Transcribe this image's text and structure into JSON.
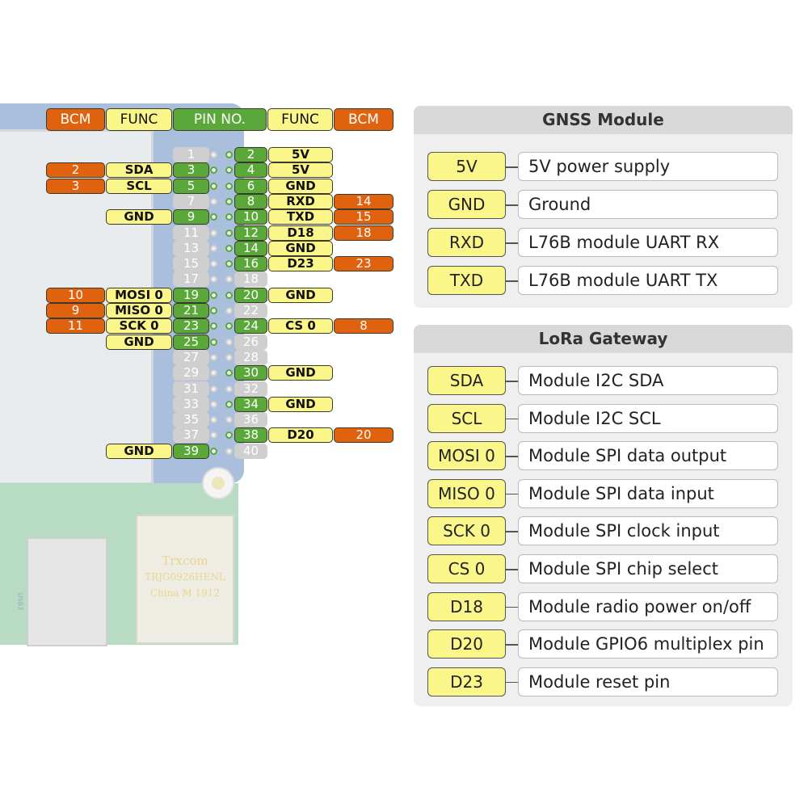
{
  "header": {
    "bcm_left": "BCM",
    "func_left": "FUNC",
    "pin_no": "PIN NO.",
    "func_right": "FUNC",
    "bcm_right": "BCM"
  },
  "board_text": {
    "rj_brand": "Trxcom",
    "rj_model": "TRJG0926HENL",
    "rj_origin": "China M 1912",
    "usb_label": "USB3"
  },
  "pins": [
    {
      "l": {
        "pin": "1",
        "on": false
      },
      "r": {
        "pin": "2",
        "on": true,
        "func": "5V"
      }
    },
    {
      "l": {
        "pin": "3",
        "on": true,
        "func": "SDA",
        "bcm": "2"
      },
      "r": {
        "pin": "4",
        "on": true,
        "func": "5V"
      }
    },
    {
      "l": {
        "pin": "5",
        "on": true,
        "func": "SCL",
        "bcm": "3"
      },
      "r": {
        "pin": "6",
        "on": true,
        "func": "GND"
      }
    },
    {
      "l": {
        "pin": "7",
        "on": false
      },
      "r": {
        "pin": "8",
        "on": true,
        "func": "RXD",
        "bcm": "14"
      }
    },
    {
      "l": {
        "pin": "9",
        "on": true,
        "func": "GND"
      },
      "r": {
        "pin": "10",
        "on": true,
        "func": "TXD",
        "bcm": "15"
      }
    },
    {
      "l": {
        "pin": "11",
        "on": false
      },
      "r": {
        "pin": "12",
        "on": true,
        "func": "D18",
        "bcm": "18"
      }
    },
    {
      "l": {
        "pin": "13",
        "on": false
      },
      "r": {
        "pin": "14",
        "on": true,
        "func": "GND"
      }
    },
    {
      "l": {
        "pin": "15",
        "on": false
      },
      "r": {
        "pin": "16",
        "on": true,
        "func": "D23",
        "bcm": "23"
      }
    },
    {
      "l": {
        "pin": "17",
        "on": false
      },
      "r": {
        "pin": "18",
        "on": false
      }
    },
    {
      "l": {
        "pin": "19",
        "on": true,
        "func": "MOSI 0",
        "bcm": "10"
      },
      "r": {
        "pin": "20",
        "on": true,
        "func": "GND"
      }
    },
    {
      "l": {
        "pin": "21",
        "on": true,
        "func": "MISO 0",
        "bcm": "9"
      },
      "r": {
        "pin": "22",
        "on": false
      }
    },
    {
      "l": {
        "pin": "23",
        "on": true,
        "func": "SCK 0",
        "bcm": "11"
      },
      "r": {
        "pin": "24",
        "on": true,
        "func": "CS 0",
        "bcm": "8"
      }
    },
    {
      "l": {
        "pin": "25",
        "on": true,
        "func": "GND"
      },
      "r": {
        "pin": "26",
        "on": false
      }
    },
    {
      "l": {
        "pin": "27",
        "on": false
      },
      "r": {
        "pin": "28",
        "on": false
      }
    },
    {
      "l": {
        "pin": "29",
        "on": false
      },
      "r": {
        "pin": "30",
        "on": true,
        "func": "GND"
      }
    },
    {
      "l": {
        "pin": "31",
        "on": false
      },
      "r": {
        "pin": "32",
        "on": false
      }
    },
    {
      "l": {
        "pin": "33",
        "on": false
      },
      "r": {
        "pin": "34",
        "on": true,
        "func": "GND"
      }
    },
    {
      "l": {
        "pin": "35",
        "on": false
      },
      "r": {
        "pin": "36",
        "on": false
      }
    },
    {
      "l": {
        "pin": "37",
        "on": false
      },
      "r": {
        "pin": "38",
        "on": true,
        "func": "D20",
        "bcm": "20"
      }
    },
    {
      "l": {
        "pin": "39",
        "on": true,
        "func": "GND"
      },
      "r": {
        "pin": "40",
        "on": false
      }
    }
  ],
  "gnss": {
    "title": "GNSS Module",
    "rows": [
      {
        "label": "5V",
        "desc": "5V power supply"
      },
      {
        "label": "GND",
        "desc": "Ground"
      },
      {
        "label": "RXD",
        "desc": "L76B module UART RX"
      },
      {
        "label": "TXD",
        "desc": "L76B module UART TX"
      }
    ]
  },
  "lora": {
    "title": "LoRa Gateway",
    "rows": [
      {
        "label": "SDA",
        "desc": "Module I2C SDA"
      },
      {
        "label": "SCL",
        "desc": "Module I2C SCL"
      },
      {
        "label": "MOSI 0",
        "desc": "Module SPI data output"
      },
      {
        "label": "MISO 0",
        "desc": "Module SPI data input"
      },
      {
        "label": "SCK 0",
        "desc": "Module SPI clock input"
      },
      {
        "label": "CS 0",
        "desc": "Module SPI chip select"
      },
      {
        "label": "D18",
        "desc": "Module radio power on/off"
      },
      {
        "label": "D20",
        "desc": "Module GPIO6 multiplex pin"
      },
      {
        "label": "D23",
        "desc": "Module  reset pin"
      }
    ]
  }
}
